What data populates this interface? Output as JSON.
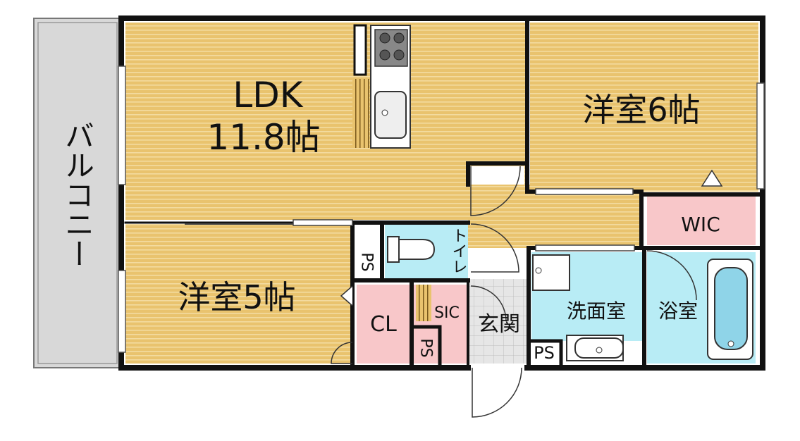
{
  "rooms": {
    "balcony": "バルコニー",
    "ldk_name": "LDK",
    "ldk_size": "11.8帖",
    "room6": "洋室6帖",
    "room5": "洋室5帖",
    "wic": "WIC",
    "toilet": "トイレ",
    "ps_upper": "PS",
    "ps_lower": "PS",
    "ps_bath": "PS",
    "cl": "CL",
    "sic": "SIC",
    "entrance": "玄関",
    "washroom": "洗面室",
    "bathroom": "浴室"
  },
  "colors": {
    "floor_wood": "#e9c36e",
    "floor_stripe": "#f3dba0",
    "toilet_wash": "#b8ecf5",
    "closet_pink": "#f8c7c9",
    "balcony": "#d8d8d8",
    "tile": "#e4e4e4",
    "wall": "#111111"
  }
}
